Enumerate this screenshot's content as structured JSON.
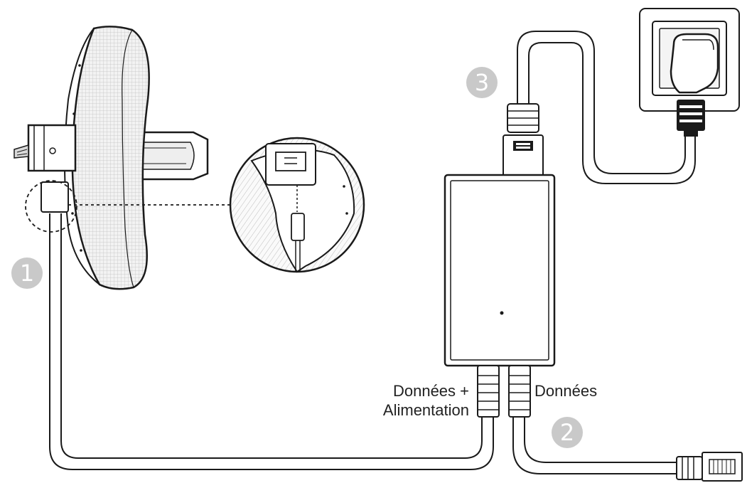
{
  "steps": {
    "one": "1",
    "two": "2",
    "three": "3"
  },
  "ports": {
    "data_power_line1": "Données +",
    "data_power_line2": "Alimentation",
    "data": "Données"
  },
  "colors": {
    "outline": "#1a1a1a",
    "badge": "#c9c9c9",
    "antenna_mesh": "#d4d4d4"
  }
}
